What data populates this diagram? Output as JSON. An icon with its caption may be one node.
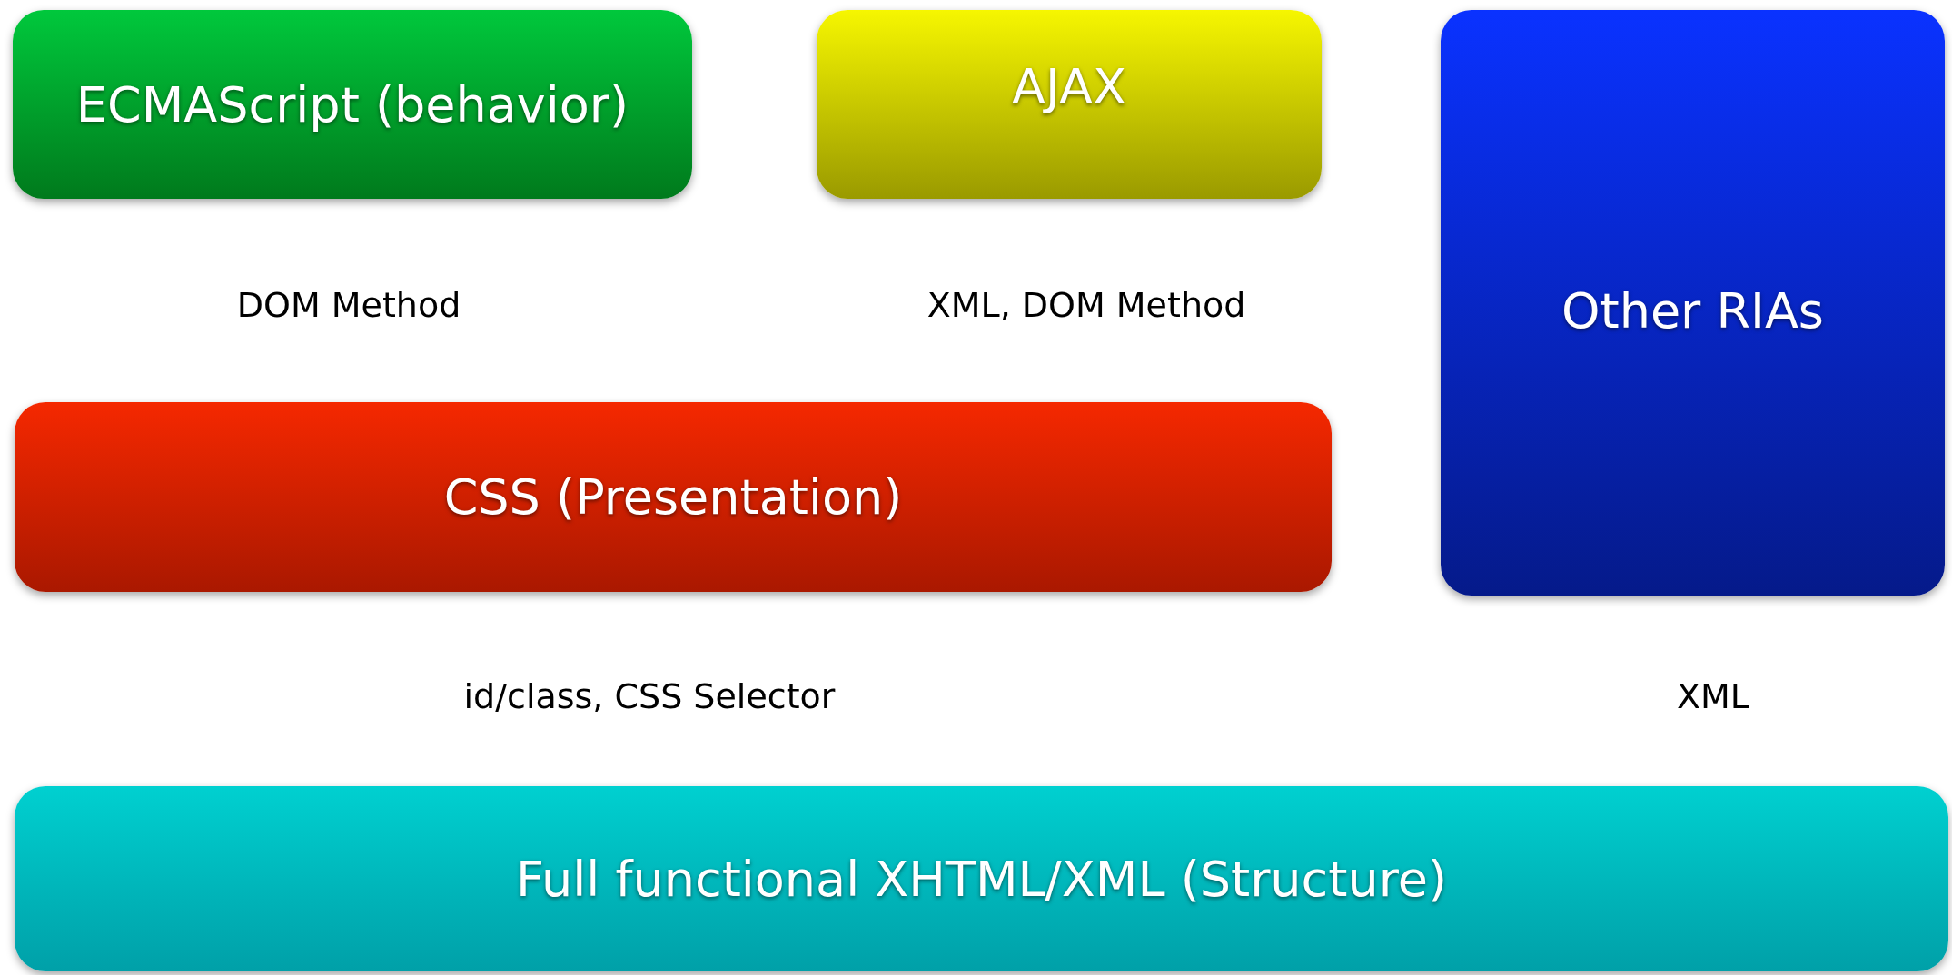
{
  "diagram": {
    "nodes": [
      {
        "text": [
          "ECMAScript (behavior)"
        ]
      },
      {
        "text": [
          "AJAX"
        ]
      },
      {
        "text": [
          "Other RIAs"
        ]
      },
      {
        "text": [
          "CSS (Presentation)"
        ]
      },
      {
        "text": [
          "Full functional XHTML/XML (Structure)"
        ]
      }
    ],
    "labels": [
      "DOM Method",
      "XML, DOM Method",
      "id/class, CSS Selector",
      "XML"
    ]
  }
}
